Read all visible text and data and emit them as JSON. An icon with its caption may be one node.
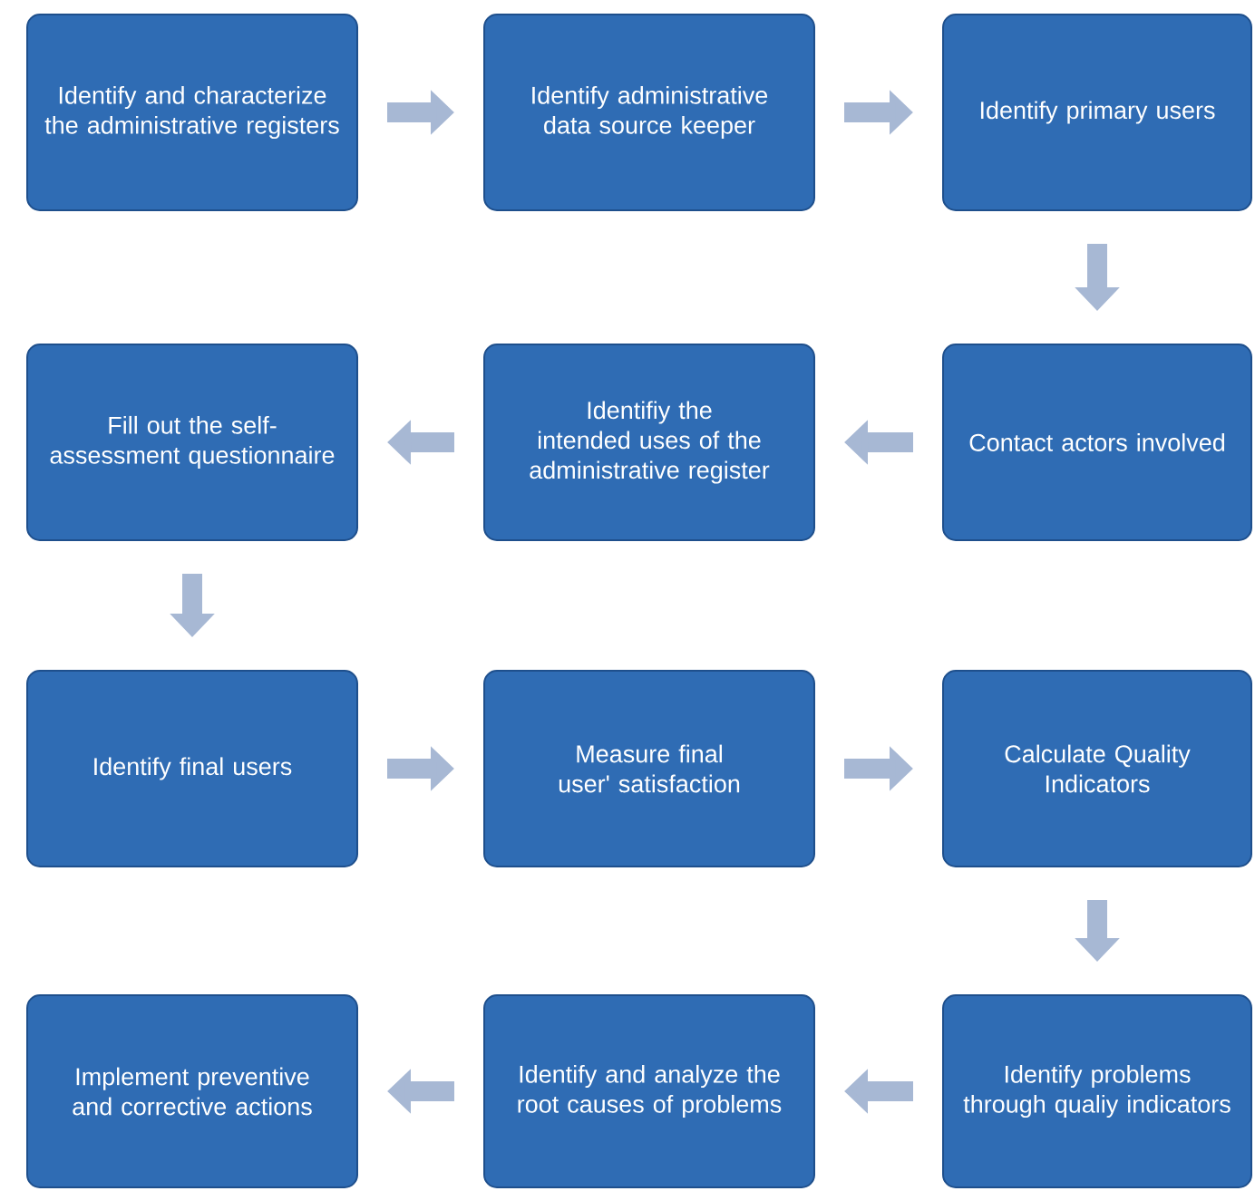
{
  "diagram": {
    "nodes": [
      {
        "text": [
          "Identify and characterize the administrative registers"
        ]
      },
      {
        "text": [
          "Identify administrative data source keeper"
        ]
      },
      {
        "text": [
          "Identify primary users"
        ]
      },
      {
        "text": [
          "Contact actors involved"
        ]
      },
      {
        "text": [
          "Identifiy the intended uses of the administrative register"
        ]
      },
      {
        "text": [
          "Fill out the self-assessment questionnaire"
        ]
      },
      {
        "text": [
          "Identify final users"
        ]
      },
      {
        "text": [
          "Measure final user' satisfaction"
        ]
      },
      {
        "text": [
          "Calculate Quality Indicators"
        ]
      },
      {
        "text": [
          "Identify problems through qualiy indicators"
        ]
      },
      {
        "text": [
          "Identify and analyze the root causes of problems"
        ]
      },
      {
        "text": [
          "Implement preventive and corrective actions"
        ]
      }
    ],
    "edges": [
      {
        "from": 0,
        "to": 1,
        "arrow": "to"
      },
      {
        "from": 1,
        "to": 2,
        "arrow": "to"
      },
      {
        "from": 2,
        "to": 3,
        "arrow": "to"
      },
      {
        "from": 3,
        "to": 4,
        "arrow": "to"
      },
      {
        "from": 4,
        "to": 5,
        "arrow": "to"
      },
      {
        "from": 5,
        "to": 6,
        "arrow": "to"
      },
      {
        "from": 6,
        "to": 7,
        "arrow": "to"
      },
      {
        "from": 7,
        "to": 8,
        "arrow": "to"
      },
      {
        "from": 8,
        "to": 9,
        "arrow": "to"
      },
      {
        "from": 9,
        "to": 10,
        "arrow": "to"
      },
      {
        "from": 10,
        "to": 11,
        "arrow": "to"
      }
    ]
  }
}
